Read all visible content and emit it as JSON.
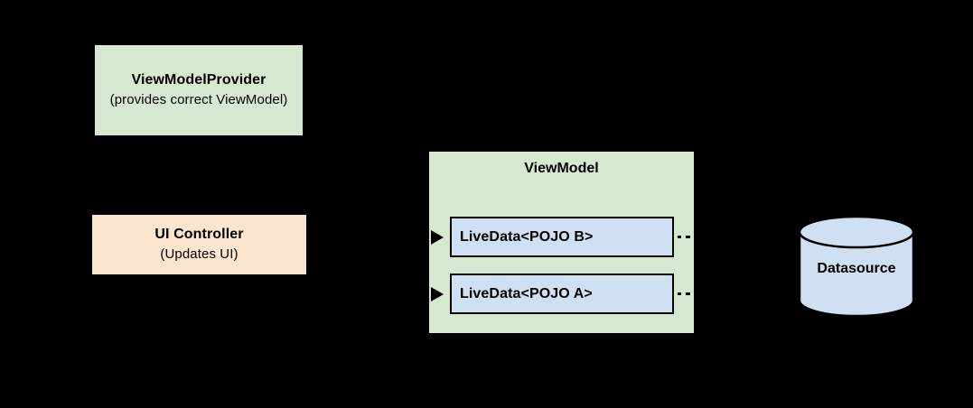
{
  "diagram": {
    "background_color": "#000000",
    "nodes": {
      "viewmodel_provider": {
        "title": "ViewModelProvider",
        "subtitle": "(provides correct ViewModel)",
        "fill_color": "#d7e8d1"
      },
      "ui_controller": {
        "title": "UI Controller",
        "subtitle": "(Updates UI)",
        "fill_color": "#fce5ce"
      },
      "viewmodel": {
        "title": "ViewModel",
        "fill_color": "#d7e8d1",
        "children": [
          {
            "label": "LiveData<POJO B>",
            "fill_color": "#cfe0f3"
          },
          {
            "label": "LiveData<POJO A>",
            "fill_color": "#cfe0f3"
          }
        ]
      },
      "datasource": {
        "title": "Datasource",
        "fill_color": "#cfe0f3",
        "shape": "cylinder"
      }
    }
  }
}
